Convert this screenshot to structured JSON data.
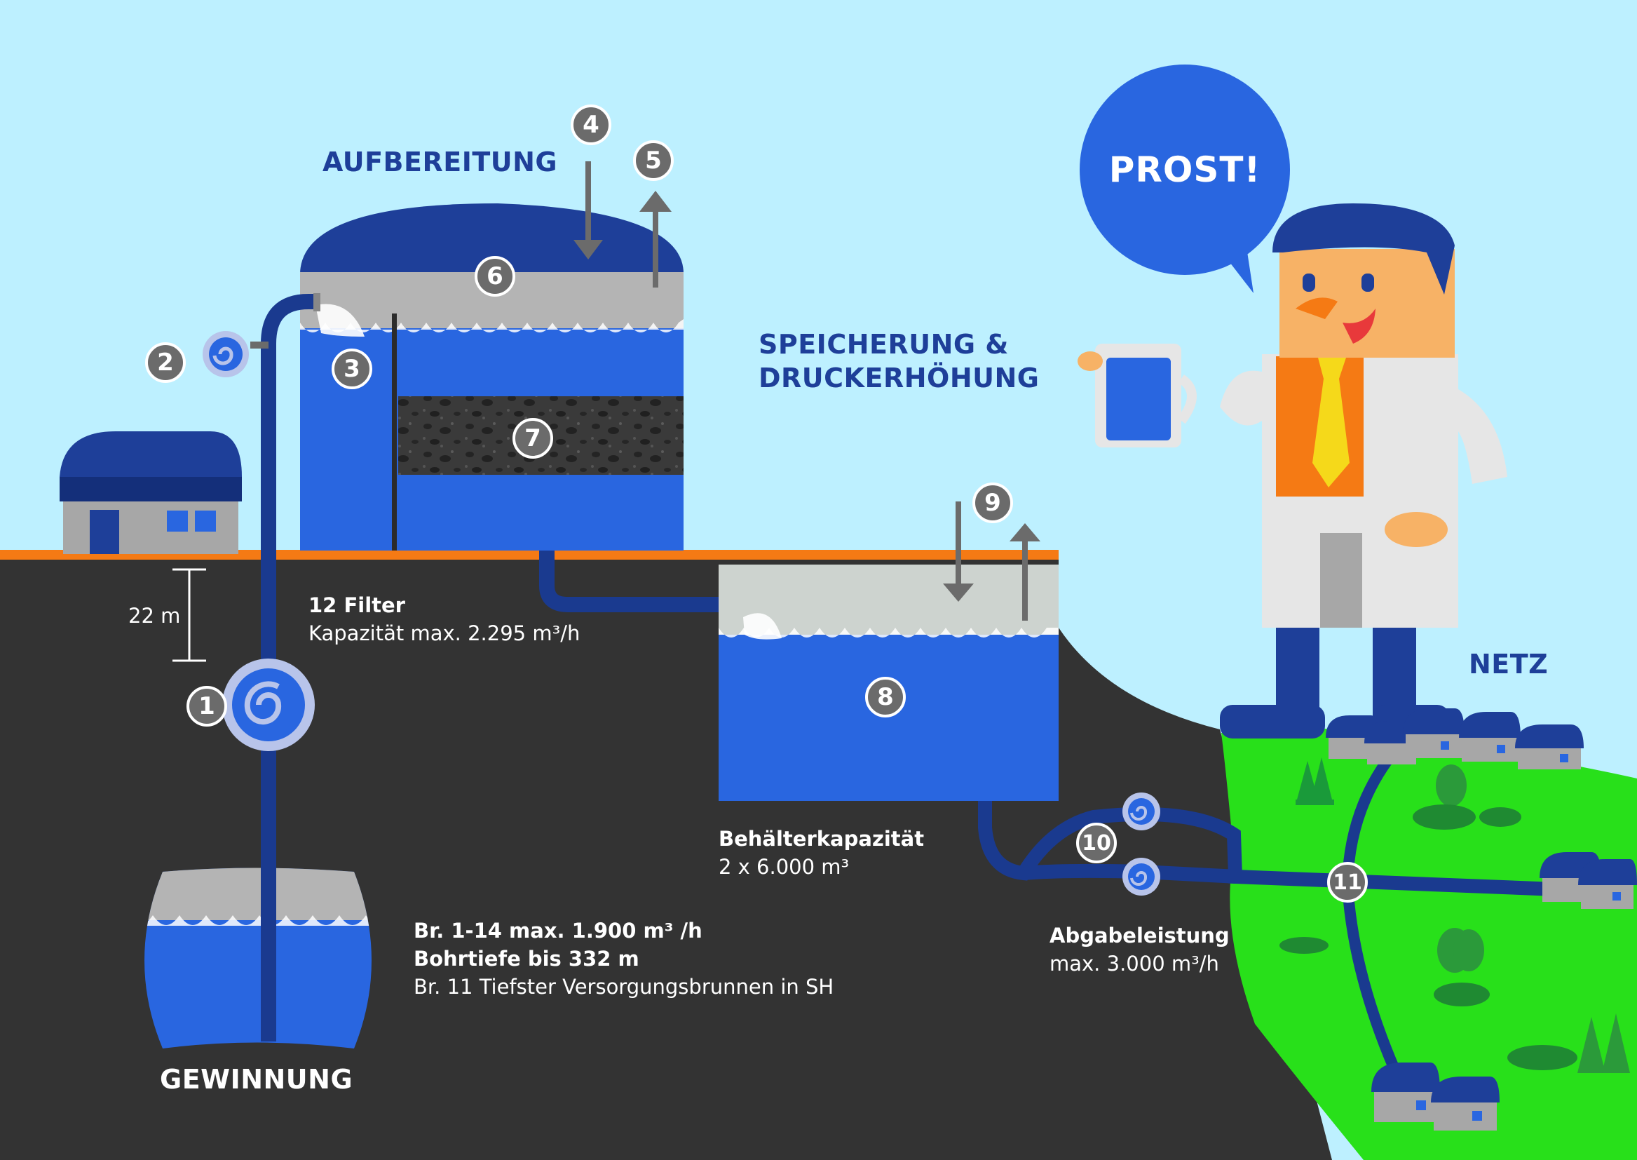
{
  "labels": {
    "aufbereitung": "AUFBEREITUNG",
    "speicherung_line1": "SPEICHERUNG &",
    "speicherung_line2": "DRUCKERHÖHUNG",
    "netz": "NETZ",
    "gewinnung": "GEWINNUNG",
    "speech": "PROST!",
    "depth": "22 m"
  },
  "info": {
    "filter_title": "12 Filter",
    "filter_capacity": "Kapazität max. 2.295 m³/h",
    "tank_title": "Behälterkapazität",
    "tank_capacity": "2 x 6.000 m³",
    "output_title": "Abgabeleistung",
    "output_capacity": "max. 3.000 m³/h",
    "well_line1": "Br. 1-14 max. 1.900 m³ /h",
    "well_line2": "Bohrtiefe bis 332 m",
    "well_line3": "Br. 11 Tiefster Versorgungsbrunnen in SH"
  },
  "markers": [
    "1",
    "2",
    "3",
    "4",
    "5",
    "6",
    "7",
    "8",
    "9",
    "10",
    "11"
  ],
  "colors": {
    "sky": "#bdf0ff",
    "ground": "#333333",
    "ground_line": "#f57a14",
    "water": "#2966e0",
    "pipe": "#1a3a8f",
    "dark_blue": "#1e3f99",
    "grass": "#28e01a",
    "marker": "#6b6b6b"
  }
}
